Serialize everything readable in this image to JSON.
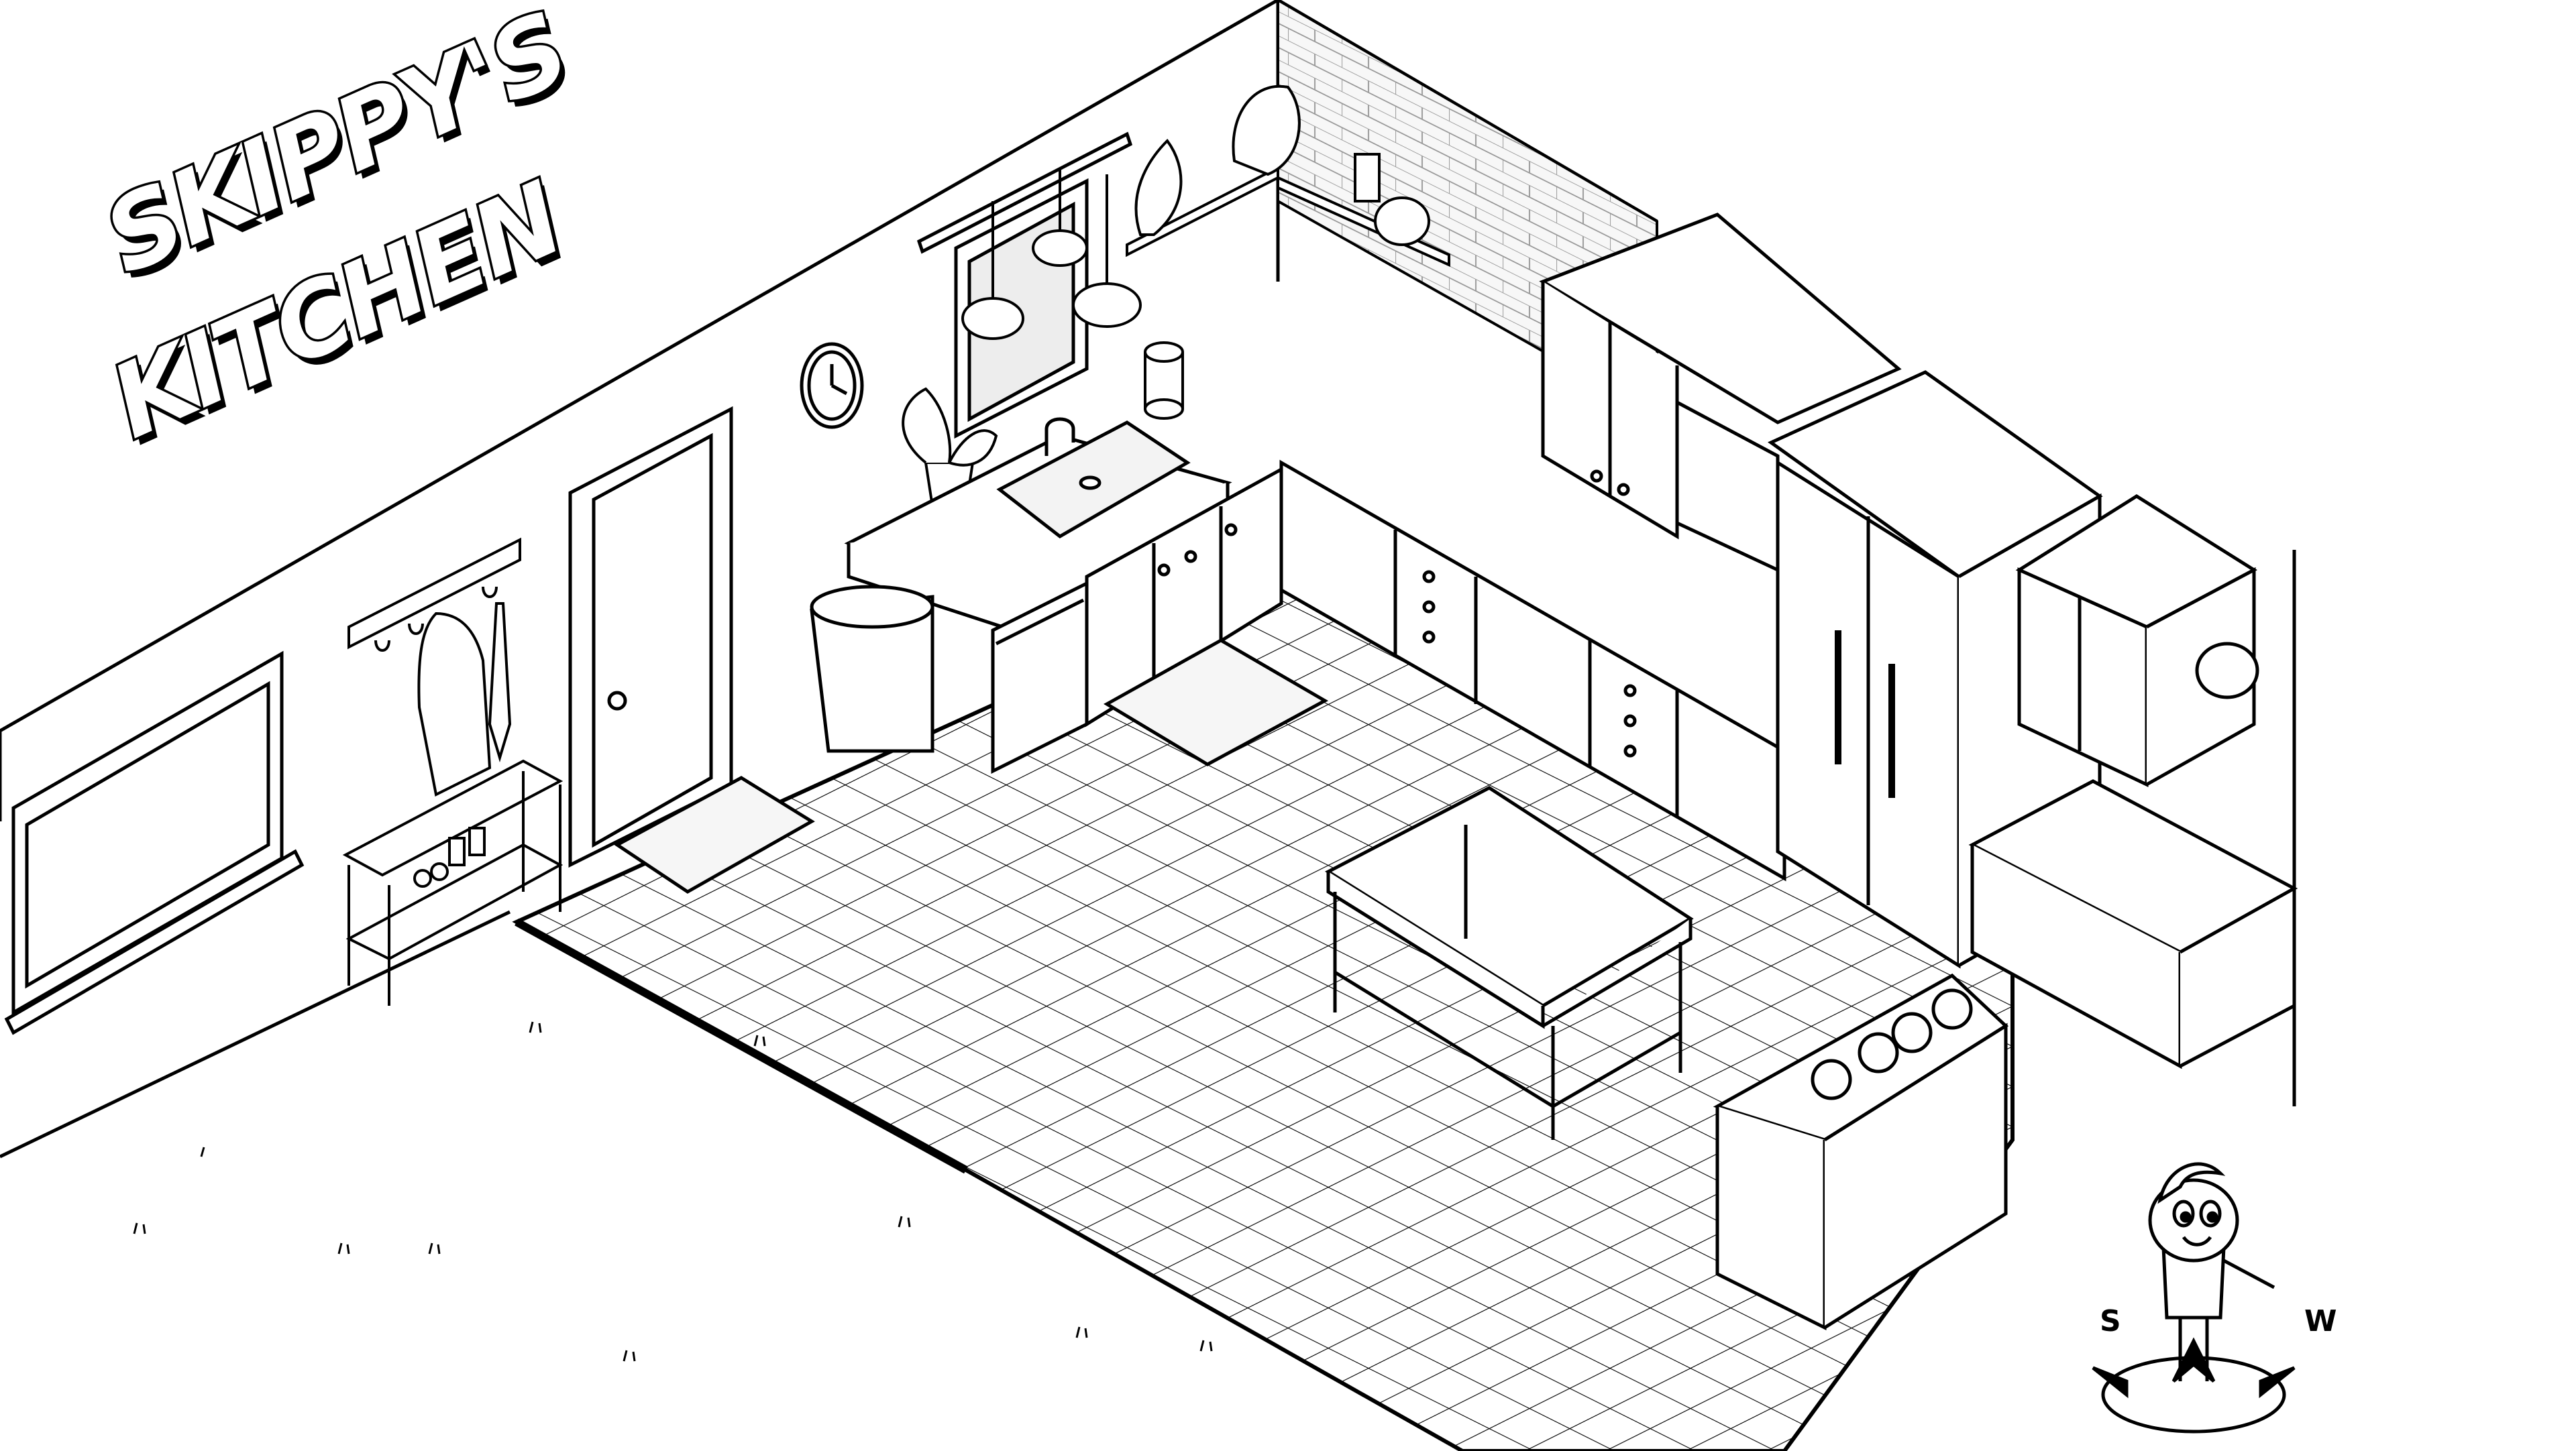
{
  "game": {
    "title_line1": "SKIPPY'S",
    "title_line2": "KITCHEN"
  },
  "compass": {
    "west_label": "S",
    "east_label": "W"
  },
  "colors": {
    "ink": "#000000",
    "paper": "#ffffff",
    "tile": "#f2f2f2"
  }
}
